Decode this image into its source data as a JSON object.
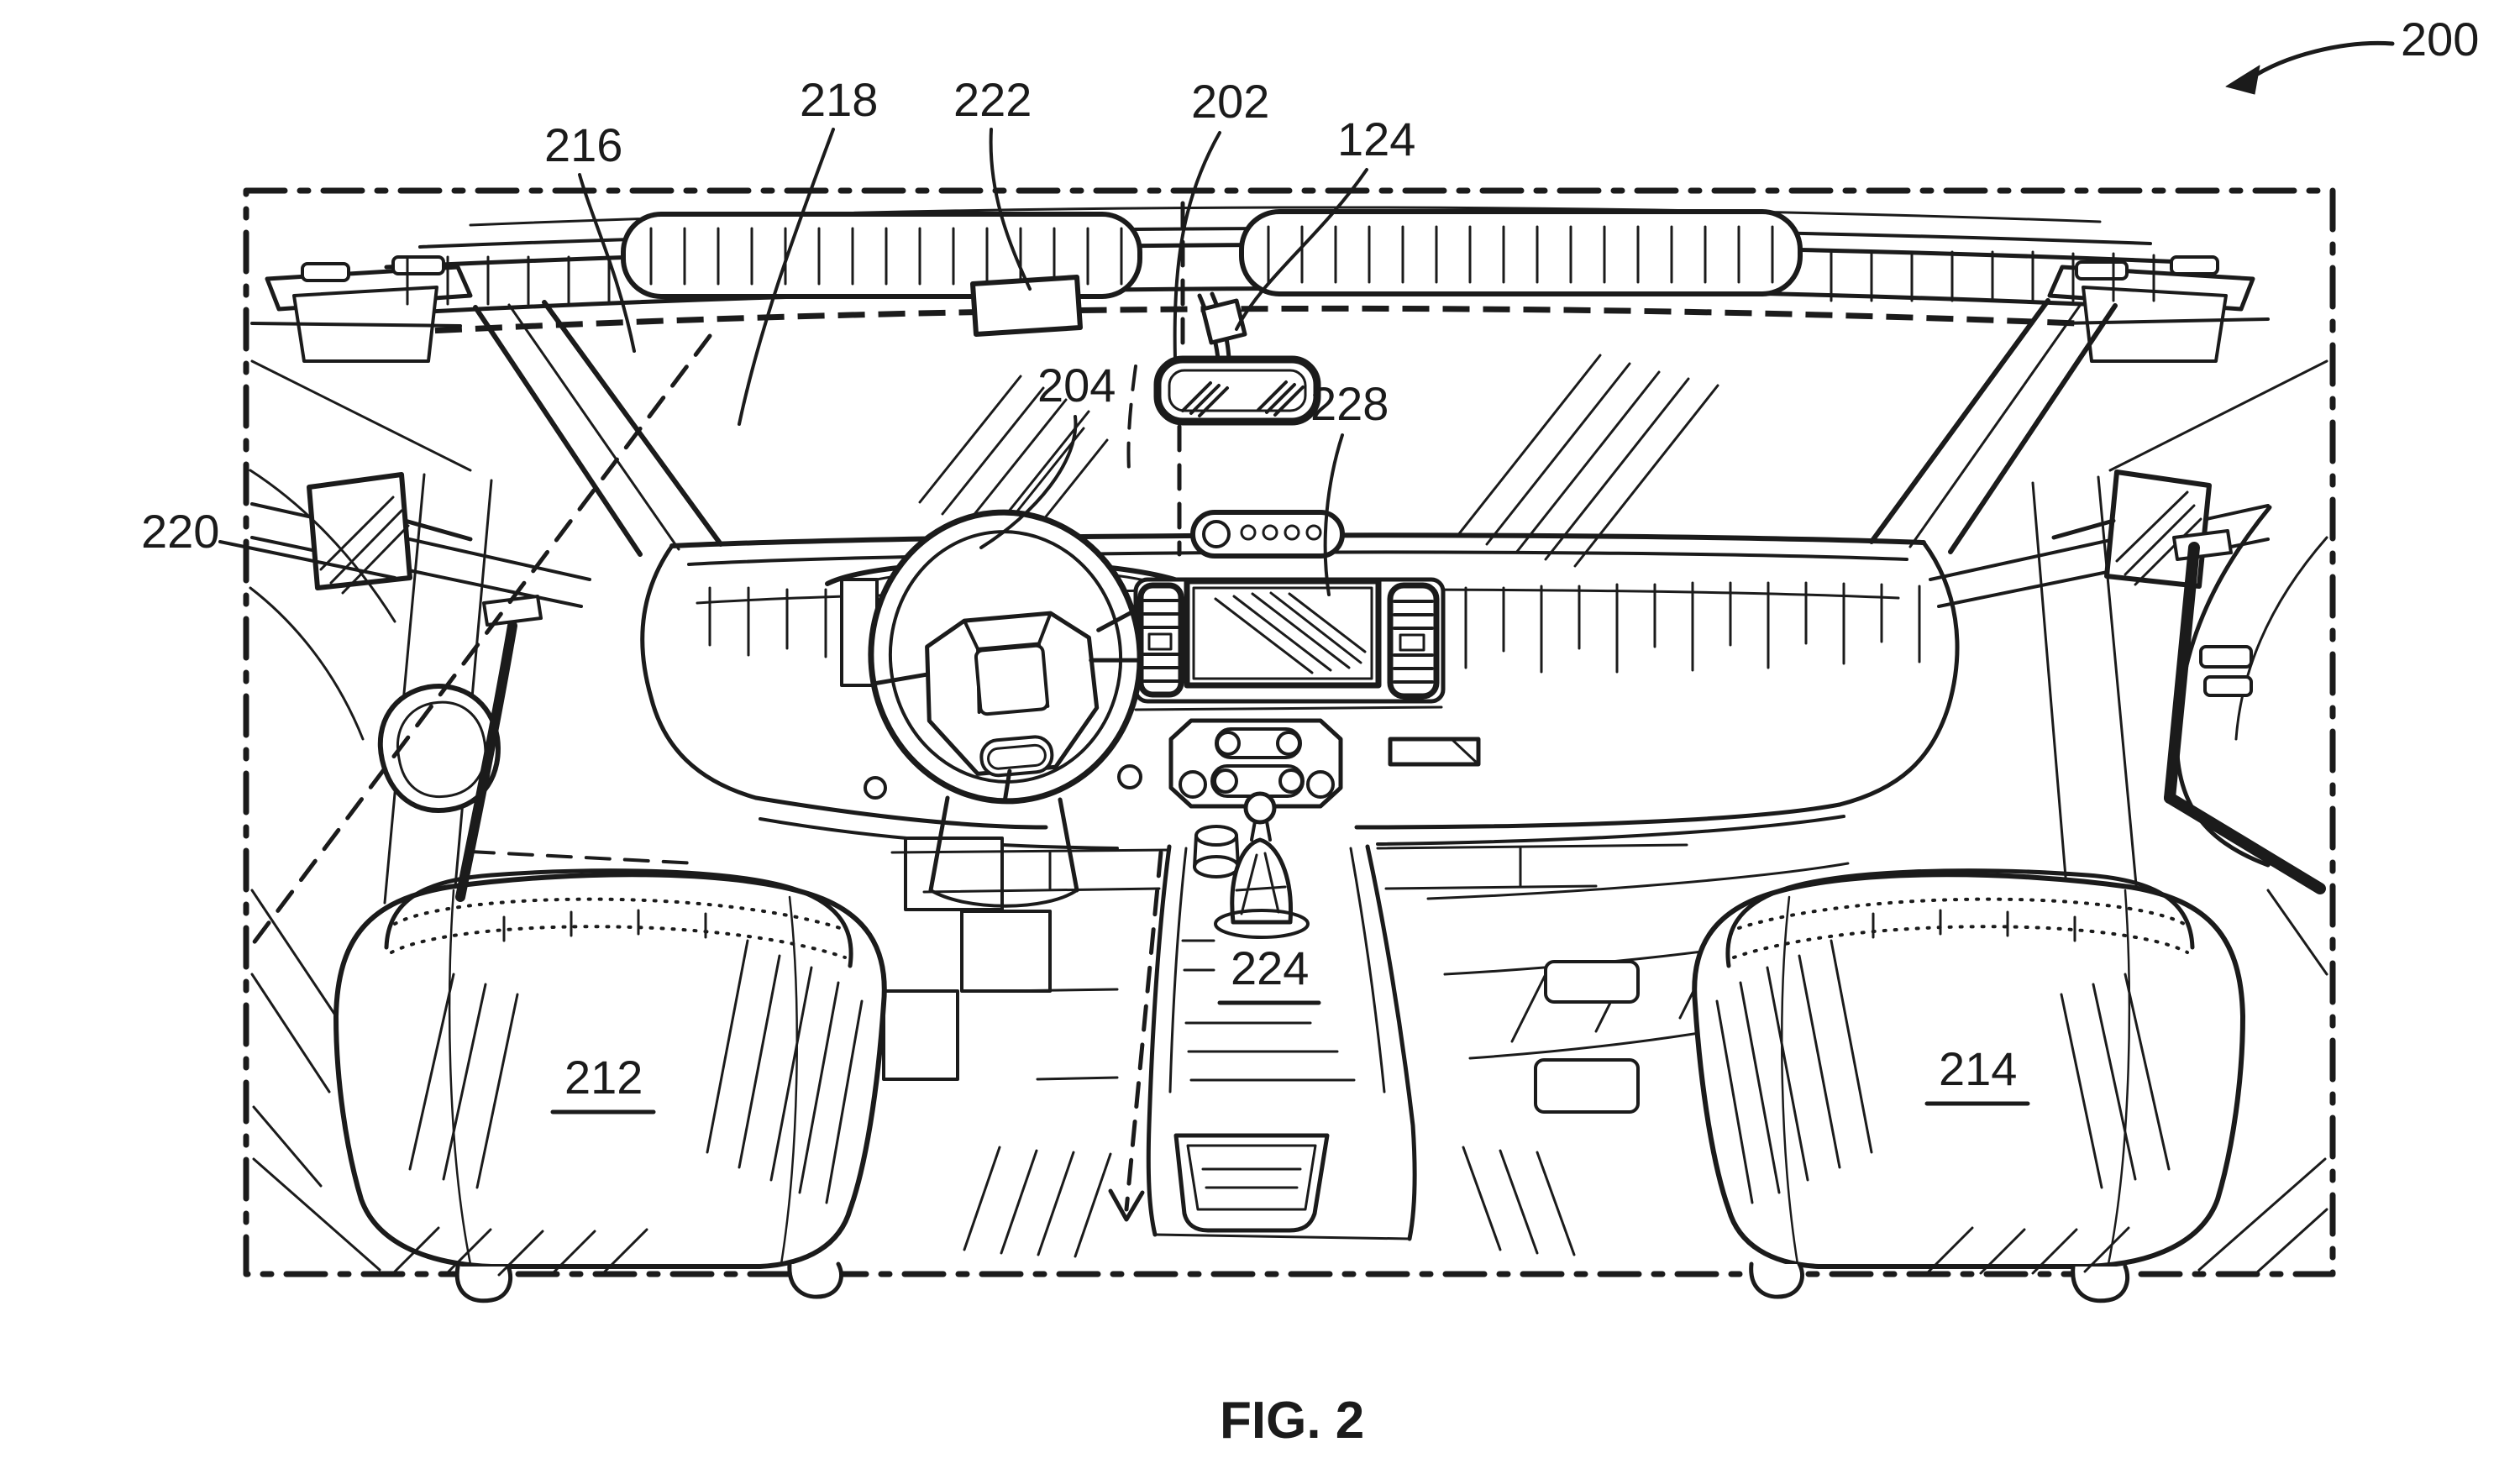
{
  "figure": {
    "caption": "FIG. 2",
    "drawing_type": "patent line drawing",
    "subject": "vehicle front-cabin interior, perspective view from rear of cab",
    "background_color": "#ffffff",
    "ink_color": "#1b1b1b",
    "labels": {
      "n200": "200",
      "n216": "216",
      "n218": "218",
      "n222": "222",
      "n202": "202",
      "n124": "124",
      "n204": "204",
      "n228": "228",
      "n220": "220",
      "n212": "212",
      "n214": "214",
      "n224": "224"
    },
    "callouts": [
      {
        "ref": "200",
        "target": "vehicle interior assembly (whole figure, arrow at top right)"
      },
      {
        "ref": "216",
        "target": "left roof rail / headliner area"
      },
      {
        "ref": "218",
        "target": "driver-side dashboard and A-pillar region"
      },
      {
        "ref": "222",
        "target": "module mounted on dashboard top"
      },
      {
        "ref": "202",
        "target": "cabin centerline (hidden dashed line)"
      },
      {
        "ref": "124",
        "target": "sensor unit at rear-view mirror mount"
      },
      {
        "ref": "204",
        "target": "steering wheel"
      },
      {
        "ref": "228",
        "target": "center touchscreen display"
      },
      {
        "ref": "220",
        "target": "left body pillar / door area"
      },
      {
        "ref": "212",
        "target": "driver seat (underlined numeral on part)"
      },
      {
        "ref": "214",
        "target": "front passenger seat (underlined numeral on part)"
      },
      {
        "ref": "224",
        "target": "center console (underlined numeral on part)"
      }
    ]
  }
}
